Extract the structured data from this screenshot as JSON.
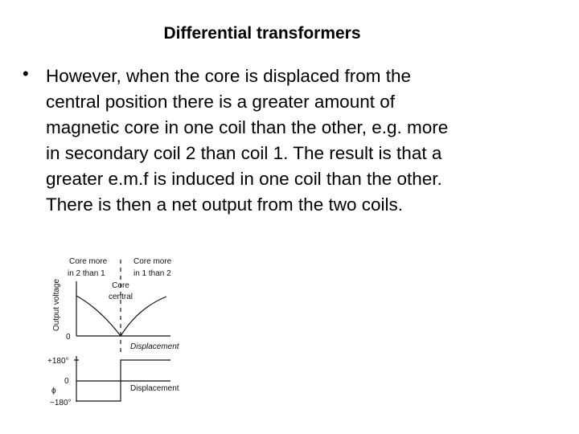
{
  "slide": {
    "title": "Differential transformers",
    "bullet_symbol": "•",
    "bullet_lines": [
      "However, when the core is displaced from the",
      "central position there is a greater amount of",
      "magnetic core in one coil than the other, e.g. more",
      "in secondary coil 2 than coil 1. The result is that a",
      "greater e.m.f is induced in one coil than the other.",
      "There is then a net output from the two coils."
    ]
  },
  "figure": {
    "left_label_1": "Core more",
    "left_label_2": "in 2 than 1",
    "right_label_1": "Core more",
    "right_label_2": "in 1 than 2",
    "center_label_1": "Core",
    "center_label_2": "central",
    "top_ylabel": "Output voltage",
    "top_zero": "0",
    "top_xlabel": "Displacement",
    "bottom_plus": "+180°",
    "bottom_zero": "0",
    "bottom_minus": "−180°",
    "bottom_ylabel": "ϕ",
    "bottom_xlabel": "Displacement"
  }
}
